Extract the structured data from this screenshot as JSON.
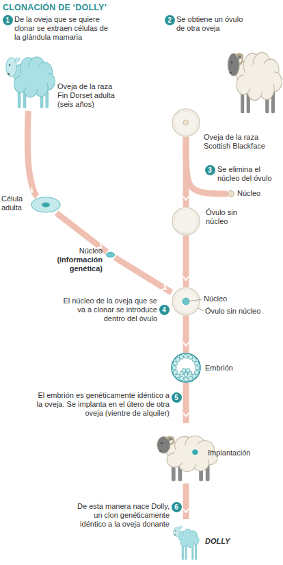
{
  "diagram": {
    "title": "CLONACIÓN DE ‘DOLLY’",
    "nodes": [
      {
        "text": [
          "Oveja de la raza Fin Dorset adulta (seis años)"
        ]
      },
      {
        "text": [
          "Oveja de la raza Scottish Blackface"
        ]
      },
      {
        "text": [
          "Se obtiene un óvulo de otra oveja"
        ]
      },
      {
        "text": [
          "Núcleo"
        ]
      },
      {
        "text": [
          "Óvulo sin núcleo"
        ]
      },
      {
        "text": [
          "Célula adulta"
        ]
      },
      {
        "text": [
          "Núcleo",
          "(información genética)"
        ]
      },
      {
        "text": [
          "Núcleo",
          "Óvulo sin núcleo"
        ]
      },
      {
        "text": [
          "Embrión"
        ]
      },
      {
        "text": [
          "Implantación"
        ]
      },
      {
        "text": [
          "DOLLY"
        ]
      }
    ],
    "edges": [
      {
        "from": 0,
        "to": 5,
        "arrow": "to"
      },
      {
        "from": 5,
        "to": 6,
        "arrow": "to"
      },
      {
        "from": 6,
        "to": 7,
        "arrow": "to"
      },
      {
        "from": 2,
        "to": 3,
        "arrow": "none"
      },
      {
        "from": 2,
        "to": 4,
        "arrow": "to"
      },
      {
        "from": 4,
        "to": 7,
        "arrow": "to"
      },
      {
        "from": 7,
        "to": 8,
        "arrow": "to"
      },
      {
        "from": 8,
        "to": 9,
        "arrow": "to"
      },
      {
        "from": 9,
        "to": 10,
        "arrow": "to"
      }
    ],
    "labels": [
      "1",
      "De la oveja que se quiere clonar se extraen células de la glándula mamaria",
      "2",
      "3",
      "Se elimina el núcleo del óvulo",
      "4",
      "El núcleo de la oveja que se va a clonar se introduce dentro del óvulo",
      "5",
      "El embrión es genéticamente idéntico a la oveja. Se implanta en el útero de otra oveja (vientre de alquiler)",
      "6",
      "De esta manera nace Dolly, un clon genéticamente idéntico a la oveja donante"
    ]
  }
}
